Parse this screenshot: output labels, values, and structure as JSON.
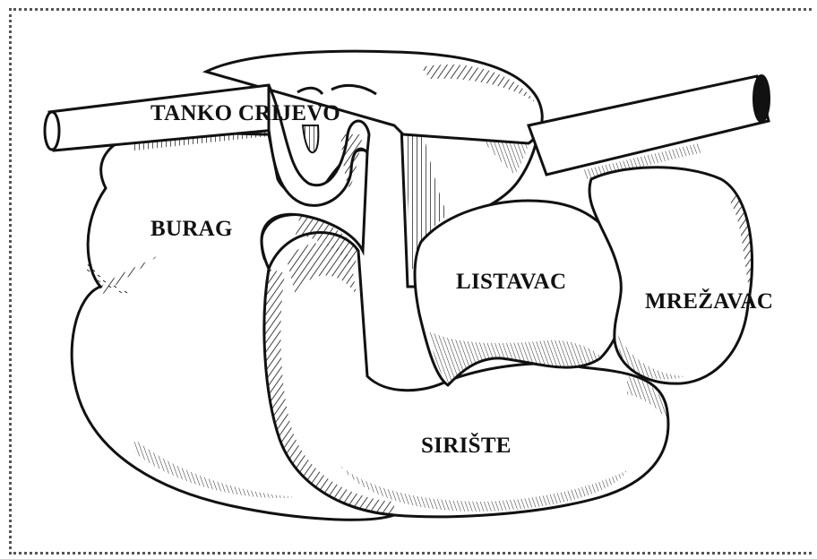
{
  "diagram": {
    "labels": {
      "small_intestine": "TANKO CRIJEVO",
      "rumen": "BURAG",
      "omasum": "LISTAVAC",
      "reticulum": "MREŽAVAC",
      "abomasum": "SIRIŠTE"
    },
    "colors": {
      "ink": "#111111",
      "paper": "#ffffff",
      "frame": "#555555"
    }
  }
}
